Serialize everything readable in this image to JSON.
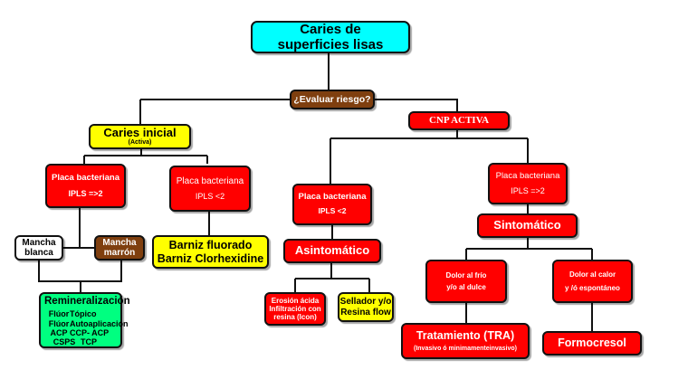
{
  "diagram": {
    "colors": {
      "root": "#00ffff",
      "decision": "#7f3f0f",
      "yellow": "#ffff00",
      "red": "#ff0000",
      "green": "#00ff80",
      "white": "#ffffff",
      "connector": "#111111"
    },
    "nodes": {
      "root": {
        "lines": [
          "Caries de",
          "superficies  lisas"
        ]
      },
      "evaluar": {
        "lines": [
          "¿Evaluar riesgo?"
        ]
      },
      "caries_inicial": {
        "title": "Caries inicial",
        "subtitle": "(Activa)"
      },
      "cnp_activa": {
        "lines": [
          "CNP ACTIVA"
        ]
      },
      "placa_l1": {
        "title": "Placa bacteriana",
        "subtitle": "IPLS =>2"
      },
      "placa_l2": {
        "title": "Placa bacteriana",
        "subtitle": "IPLS <2"
      },
      "placa_m": {
        "title": "Placa bacteriana",
        "subtitle": "IPLS <2"
      },
      "placa_r": {
        "title": "Placa bacteriana",
        "subtitle": "IPLS =>2"
      },
      "mancha_blanca": {
        "lines": [
          "Mancha",
          "blanca"
        ]
      },
      "mancha_marron": {
        "lines": [
          "Mancha",
          "marrón"
        ]
      },
      "barniz": {
        "lines": [
          "Barniz fluorado",
          "Barniz Clorhexidine"
        ]
      },
      "asintomatico": {
        "lines": [
          "Asintomático"
        ]
      },
      "sintomatico": {
        "lines": [
          "Sintomático"
        ]
      },
      "erosion": {
        "lines": [
          "Erosión ácida",
          "Infiltración con",
          "resina (Icon)"
        ]
      },
      "sellador": {
        "lines": [
          "Sellador y/o",
          "Resina flow"
        ]
      },
      "dolor_frio": {
        "lines": [
          "Dolor al frío",
          "y/o al dulce"
        ]
      },
      "dolor_calor": {
        "lines": [
          "Dolor al calor",
          "y /ó espontáneo"
        ]
      },
      "tratamiento": {
        "title": "Tratamiento  (TRA)",
        "subtitle": "(Invasivo ó minimamenteinvasivo)"
      },
      "formocresol": {
        "lines": [
          "Formocresol"
        ]
      },
      "remineralizacion": {
        "title": "Remineralización",
        "rows": [
          [
            "Flúor",
            "Tópico"
          ],
          [
            "Flúor",
            "Autoaplicación"
          ],
          [
            "ACP",
            "CCP- ACP"
          ],
          [
            "CSPS",
            "TCP"
          ]
        ]
      }
    }
  }
}
